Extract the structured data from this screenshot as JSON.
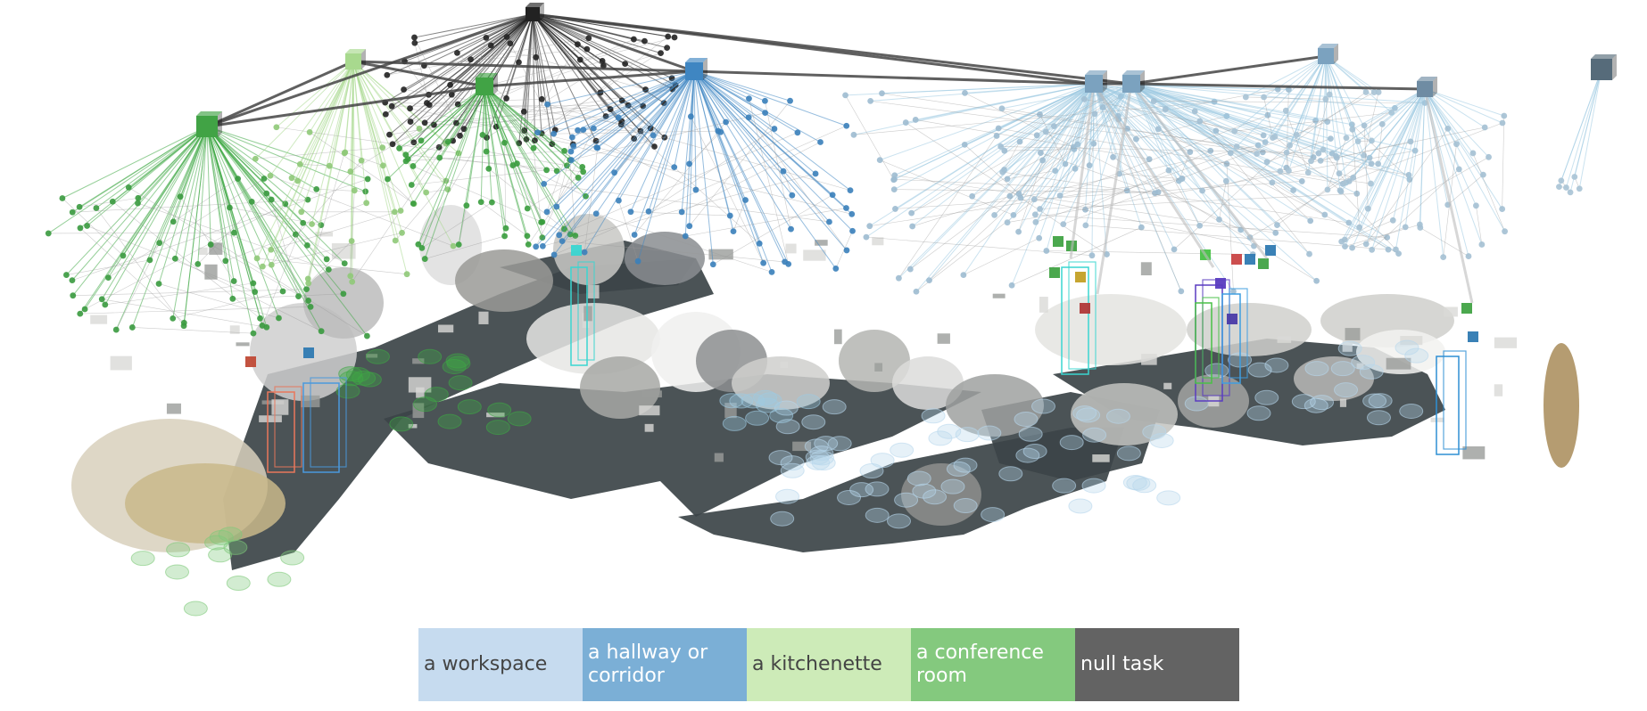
{
  "legend": {
    "items": [
      {
        "label": "a workspace",
        "color": "#c6dbef",
        "text_color": "#444444"
      },
      {
        "label": "a hallway or corridor",
        "color": "#7bafd6",
        "text_color": "#ffffff"
      },
      {
        "label": "a kitchenette",
        "color": "#cdebb8",
        "text_color": "#444444"
      },
      {
        "label": "a conference room",
        "color": "#84c97e",
        "text_color": "#ffffff"
      },
      {
        "label": "null task",
        "color": "#636363",
        "text_color": "#ffffff"
      }
    ]
  },
  "scene": {
    "colors": {
      "workspace": "#9ecae1",
      "hallway": "#3f86c2",
      "kitchenette": "#a8d98e",
      "conference": "#41a345",
      "null": "#222222",
      "graph_edge": "#444444",
      "floor": "#3c4448"
    }
  }
}
